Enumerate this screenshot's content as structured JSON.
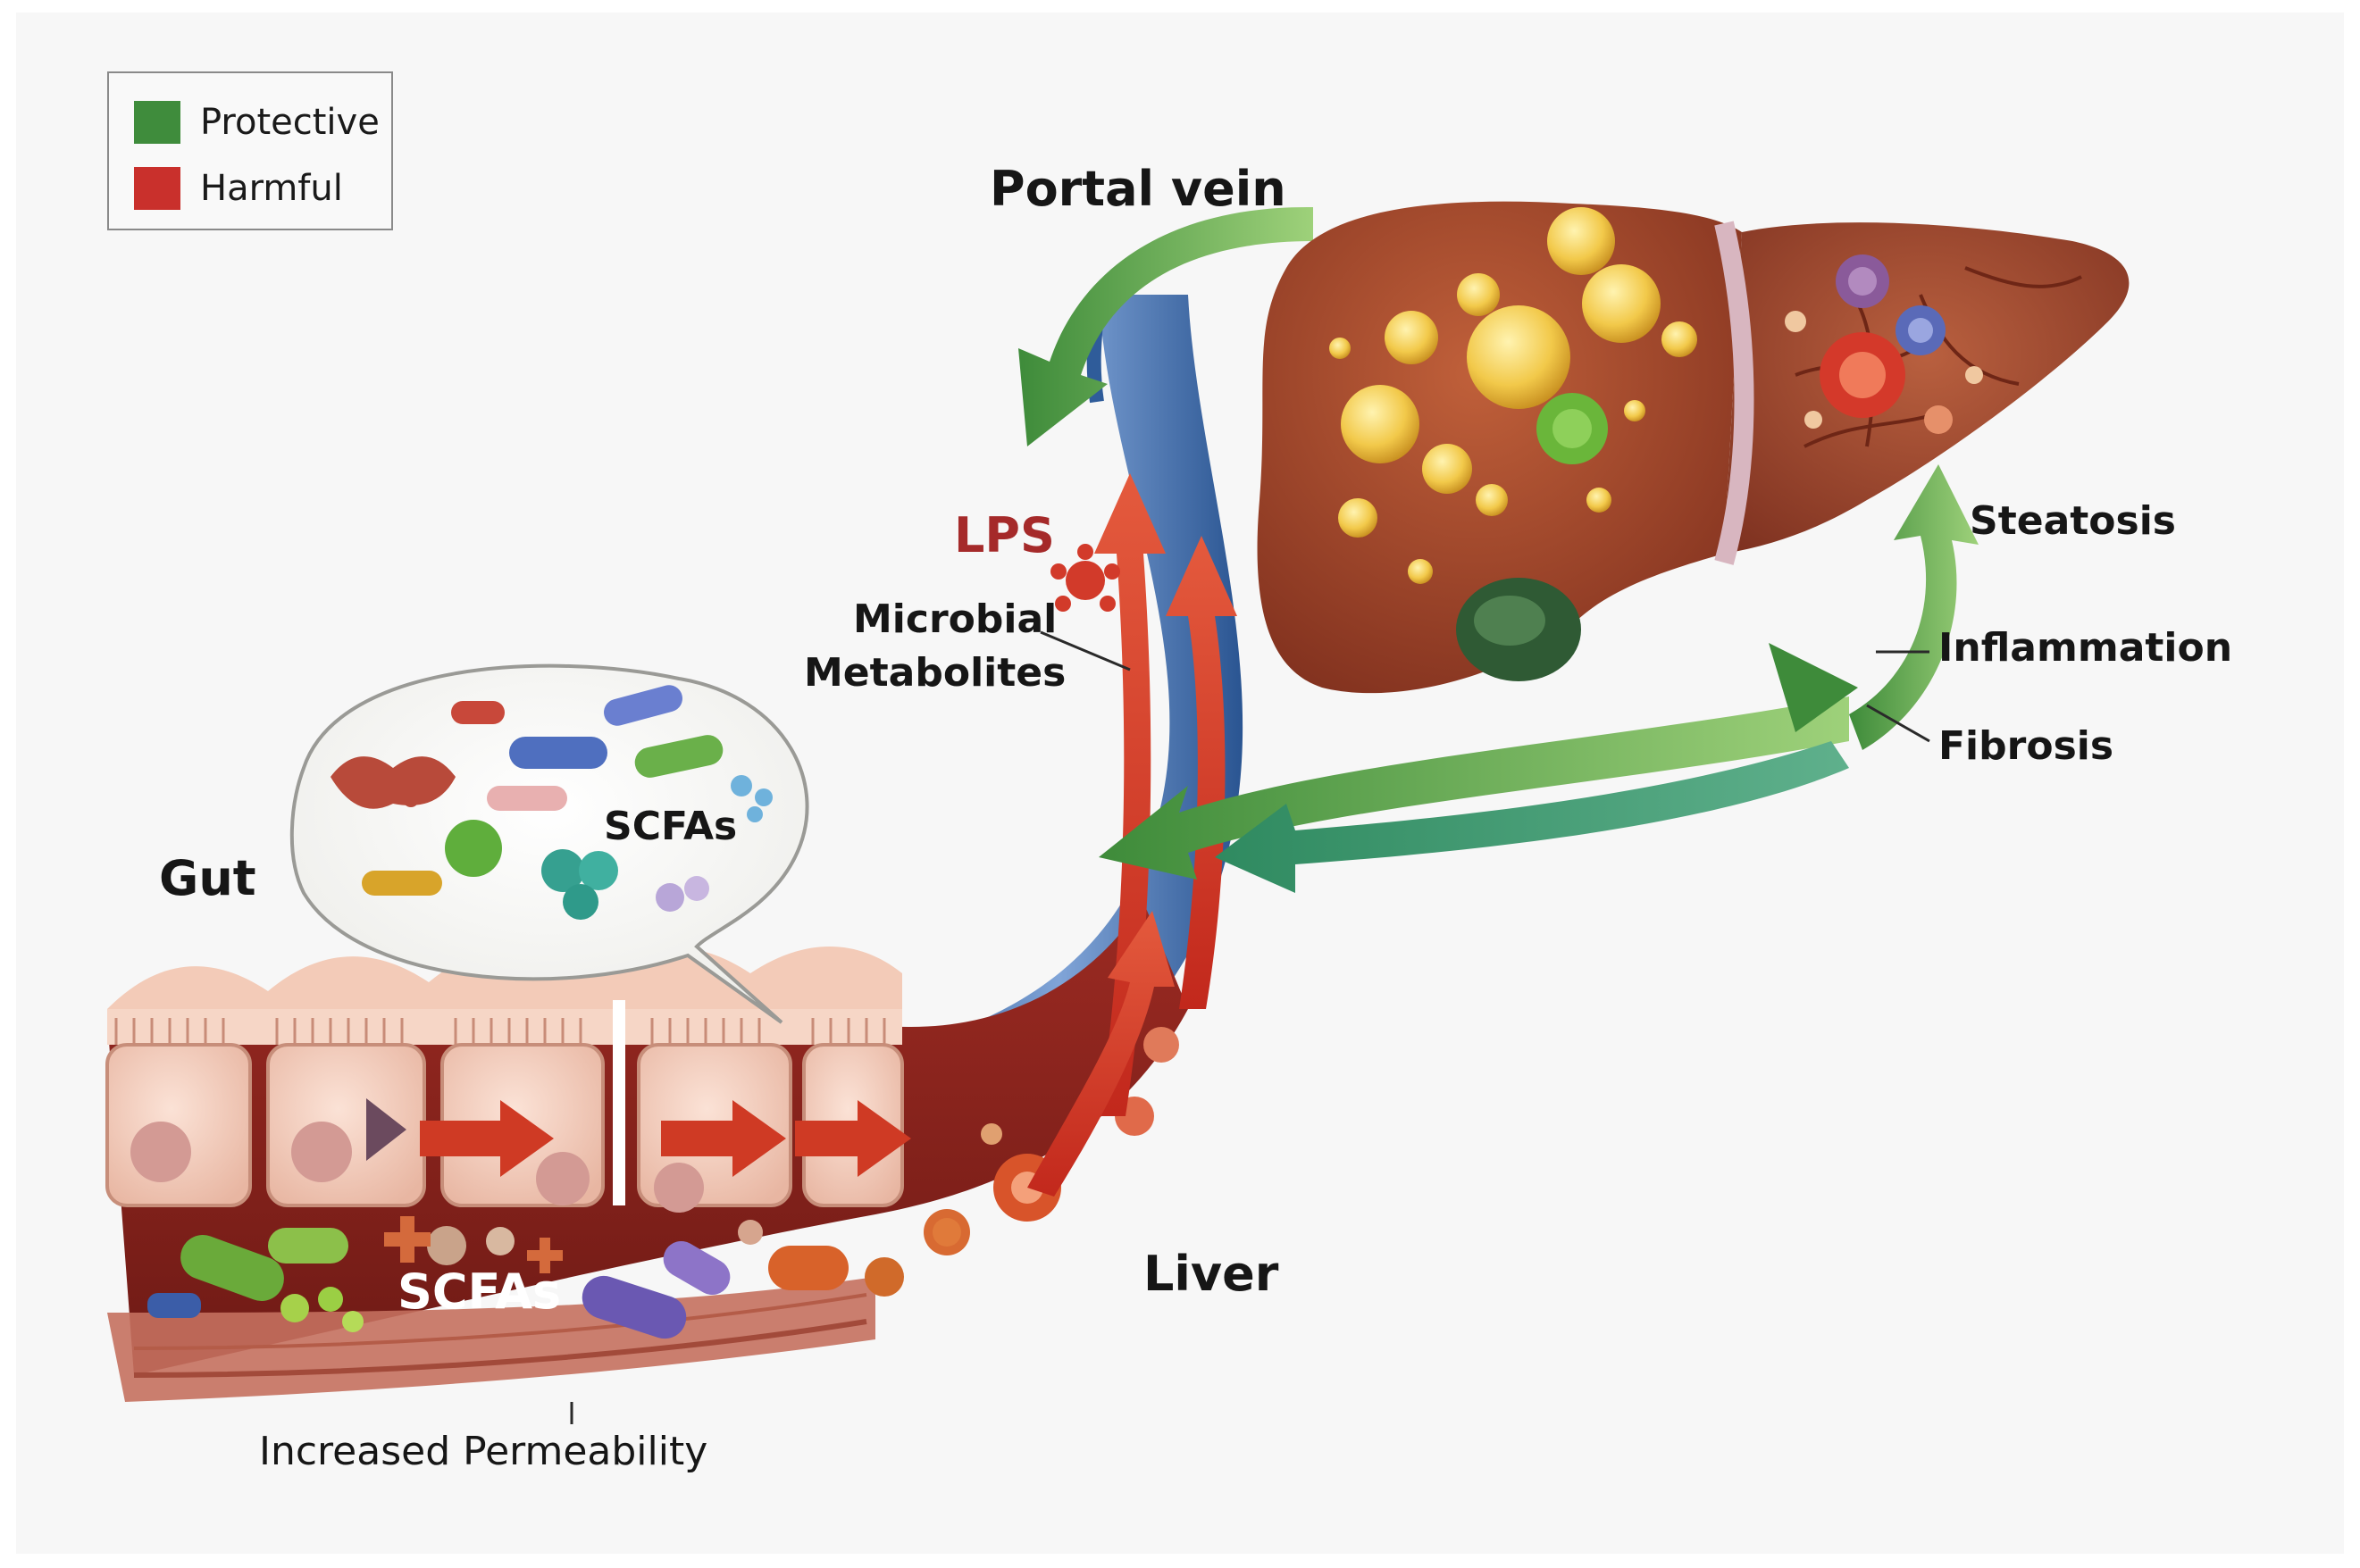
{
  "legend": {
    "items": [
      {
        "label": "Protective",
        "color": "#3f8c3c"
      },
      {
        "label": "Harmful",
        "color": "#c9302c"
      }
    ]
  },
  "labels": {
    "portal_vein": "Portal vein",
    "lps": "LPS",
    "microbial_metabolites_line1": "Microbial",
    "microbial_metabolites_line2": "Metabolites",
    "gut": "Gut",
    "scfas_bubble": "SCFAs",
    "scfas_tissue": "SCFAs",
    "liver": "Liver",
    "steatosis": "Steatosis",
    "inflammation": "Inflammation",
    "fibrosis": "Fibrosis",
    "increased_permeability": "Increased Permeability"
  },
  "colors": {
    "protective_arrow": "#4a9a45",
    "harmful_arrow": "#d23a26",
    "vein_blue": "#2f5c9a",
    "liver_brown": "#a4492e",
    "fat_yellow": "#f1c84a",
    "gut_pink": "#f0c8b6"
  }
}
